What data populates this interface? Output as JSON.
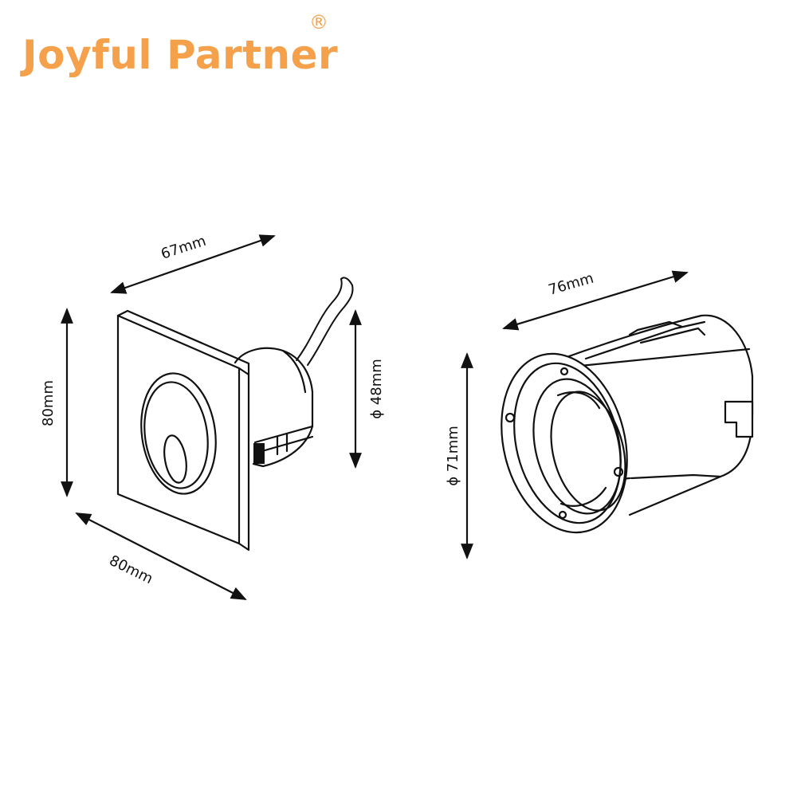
{
  "brand": {
    "name": "Joyful Partner",
    "registered_mark": "®",
    "color": "#f5a04a"
  },
  "diagram": {
    "lamp": {
      "depth_label": "67mm",
      "height_label": "80mm",
      "width_label": "80mm",
      "body_diameter_label": "ϕ 48mm"
    },
    "mounting_box": {
      "length_label": "76mm",
      "diameter_label": "ϕ 71mm"
    }
  }
}
